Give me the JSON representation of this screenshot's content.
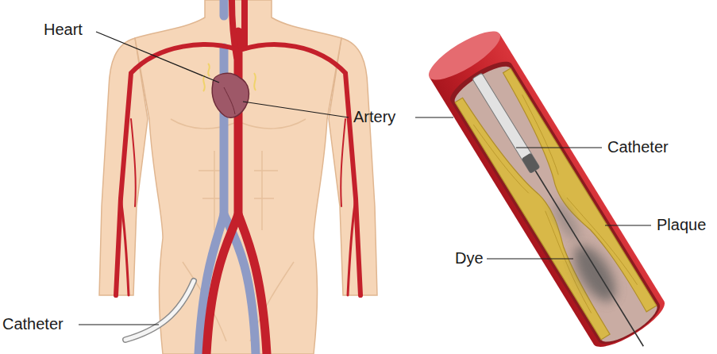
{
  "diagram": {
    "labels": [
      "Heart",
      "Artery",
      "Catheter",
      "Plaque",
      "Dye",
      "Catheter"
    ]
  }
}
